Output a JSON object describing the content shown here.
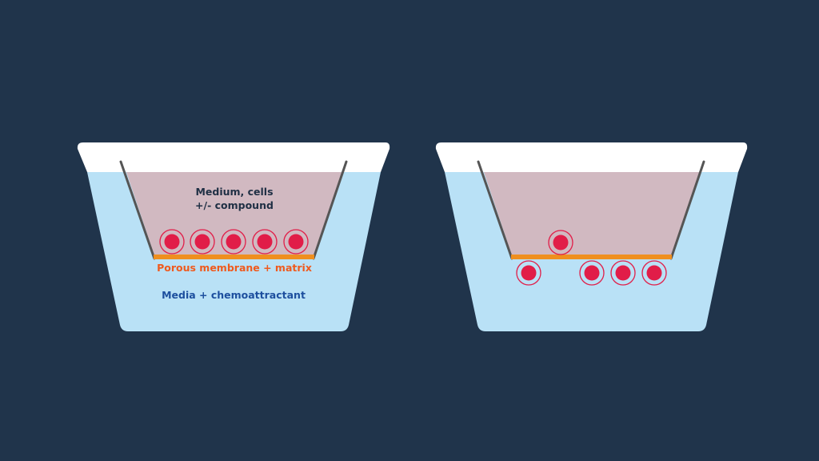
{
  "colors": {
    "background": "#20344b",
    "outer_well_rim": "#ffffff",
    "outer_media": "#b9e1f6",
    "insert_medium": "#d1b9c1",
    "insert_wall": "#555555",
    "membrane": "#ef8f1f",
    "cell_fill": "#e11d48",
    "cell_ring": "#e11d48",
    "label_dark": "#1f2f44",
    "label_orange": "#ef5a1e",
    "label_blue": "#1d4f9e"
  },
  "left_well": {
    "insert_label_line1": "Medium, cells",
    "insert_label_line2": "+/- compound",
    "membrane_label": "Porous membrane + matrix",
    "media_label": "Media + chemoattractant",
    "cells_above_membrane": 5,
    "cells_below_membrane": 0
  },
  "right_well": {
    "cells_above_membrane": 1,
    "cells_below_membrane": 4
  }
}
